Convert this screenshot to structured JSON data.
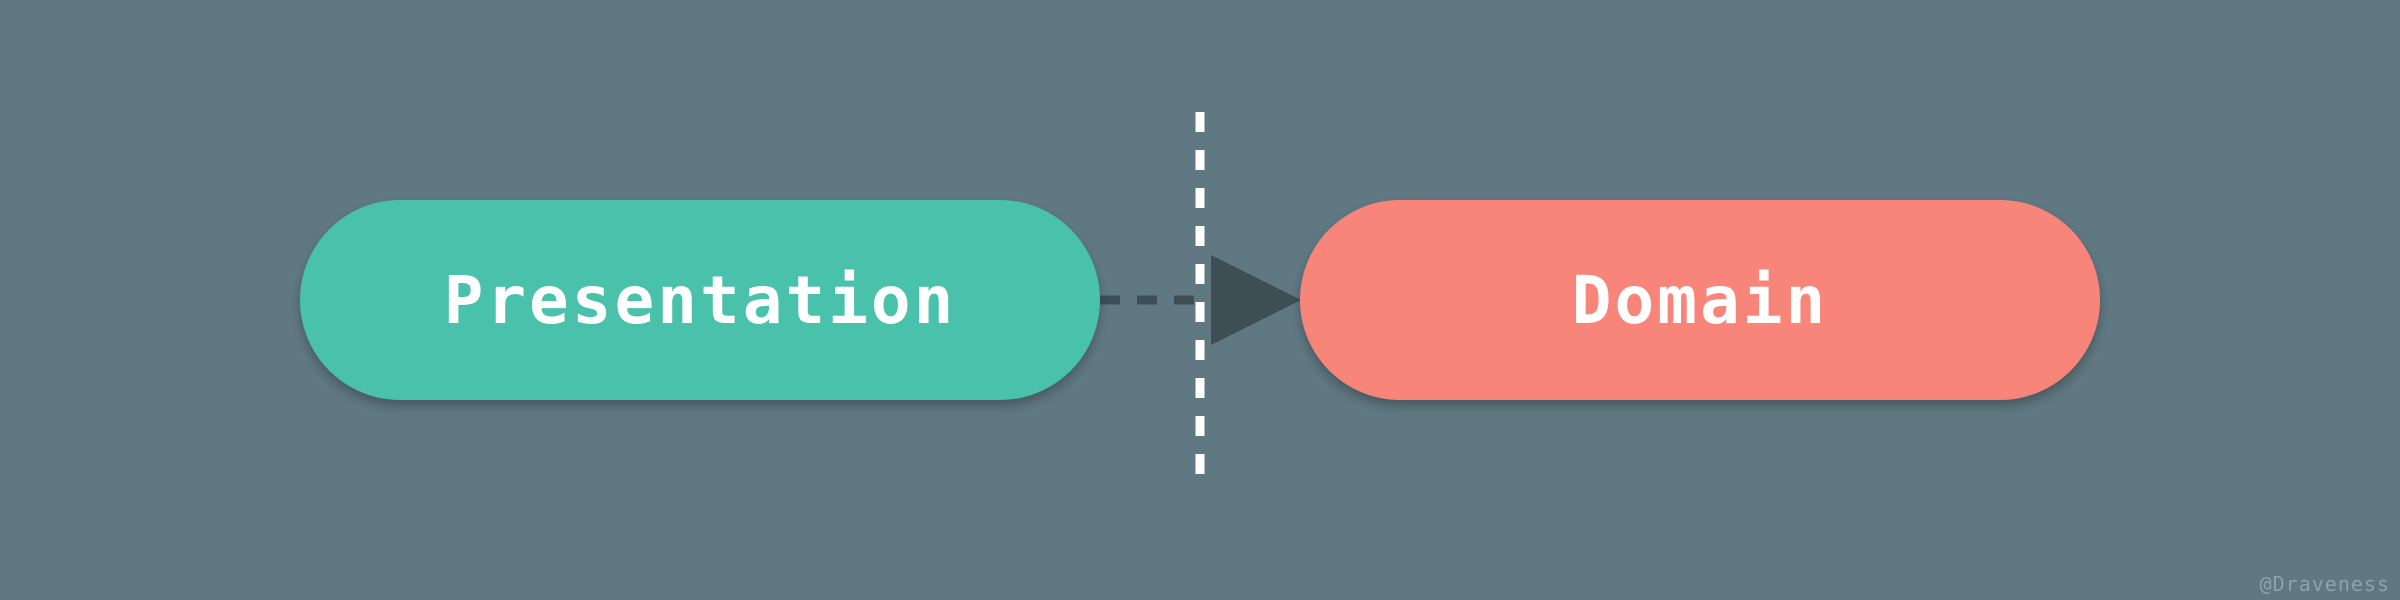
{
  "diagram": {
    "nodes": [
      {
        "id": "presentation",
        "label": "Presentation"
      },
      {
        "id": "domain",
        "label": "Domain"
      }
    ],
    "edges": [
      {
        "from": "presentation",
        "to": "domain",
        "style": "dashed-arrow"
      }
    ],
    "boundary": {
      "style": "dashed-vertical-line"
    }
  },
  "watermark": "@Draveness",
  "colors": {
    "background": "#607882",
    "presentation": "#49c1ab",
    "domain": "#f8857a",
    "arrow": "#3d4f55",
    "boundary": "#ffffff"
  }
}
